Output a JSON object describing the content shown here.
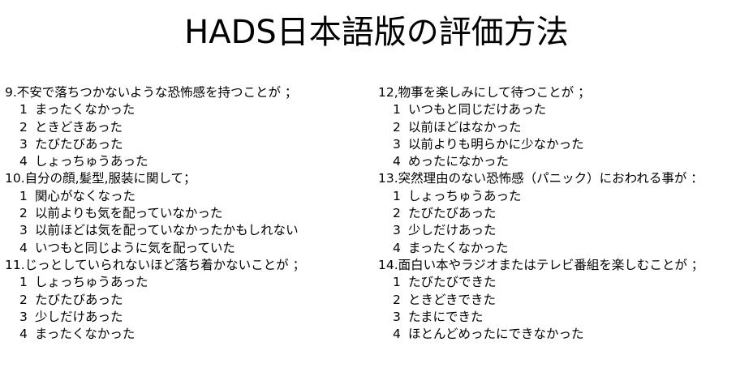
{
  "title": "HADS日本語版の評価方法",
  "left_column": [
    {
      "question": "9.不安で落ちつかないような恐怖感を持つことが ；",
      "options": [
        {
          "num": "1",
          "text": "まったくなかった"
        },
        {
          "num": "2",
          "text": "ときどきあった"
        },
        {
          "num": "3",
          "text": "たびたびあった"
        },
        {
          "num": "4",
          "text": "しょっちゅうあった"
        }
      ]
    },
    {
      "question": "10.自分の顔,髪型,服装に関して；",
      "options": [
        {
          "num": "1",
          "text": "関心がなくなった"
        },
        {
          "num": "2",
          "text": "以前よりも気を配っていなかった"
        },
        {
          "num": "3",
          "text": "以前ほどは気を配っていなかったかもしれない"
        },
        {
          "num": "4",
          "text": "いつもと同じように気を配っていた"
        }
      ]
    },
    {
      "question": "11.じっとしていられないほど落ち着かないことが ；",
      "options": [
        {
          "num": "1",
          "text": "しょっちゅうあった"
        },
        {
          "num": "2",
          "text": "たびたびあった"
        },
        {
          "num": "3",
          "text": "少しだけあった"
        },
        {
          "num": "4",
          "text": "まったくなかった"
        }
      ]
    }
  ],
  "right_column": [
    {
      "question": "12,物事を楽しみにして待つことが ；",
      "options": [
        {
          "num": "1",
          "text": "いつもと同じだけあった"
        },
        {
          "num": "2",
          "text": "以前ほどはなかった"
        },
        {
          "num": "3",
          "text": "以前よりも明らかに少なかった"
        },
        {
          "num": "4",
          "text": "めったになかった"
        }
      ]
    },
    {
      "question": "13.突然理由のない恐怖感（パニック）におわれる事が ：",
      "options": [
        {
          "num": "1",
          "text": "しょっちゅうあった"
        },
        {
          "num": "2",
          "text": "たびたびあった"
        },
        {
          "num": "3",
          "text": "少しだけあった"
        },
        {
          "num": "4",
          "text": "まったくなかった"
        }
      ]
    },
    {
      "question": "14.面白い本やラジオまたはテレビ番組を楽しむことが ；",
      "options": [
        {
          "num": "1",
          "text": "たびたびできた"
        },
        {
          "num": "2",
          "text": "ときどきできた"
        },
        {
          "num": "3",
          "text": "たまにできた"
        },
        {
          "num": "4",
          "text": "ほとんどめったにできなかった"
        }
      ]
    }
  ]
}
